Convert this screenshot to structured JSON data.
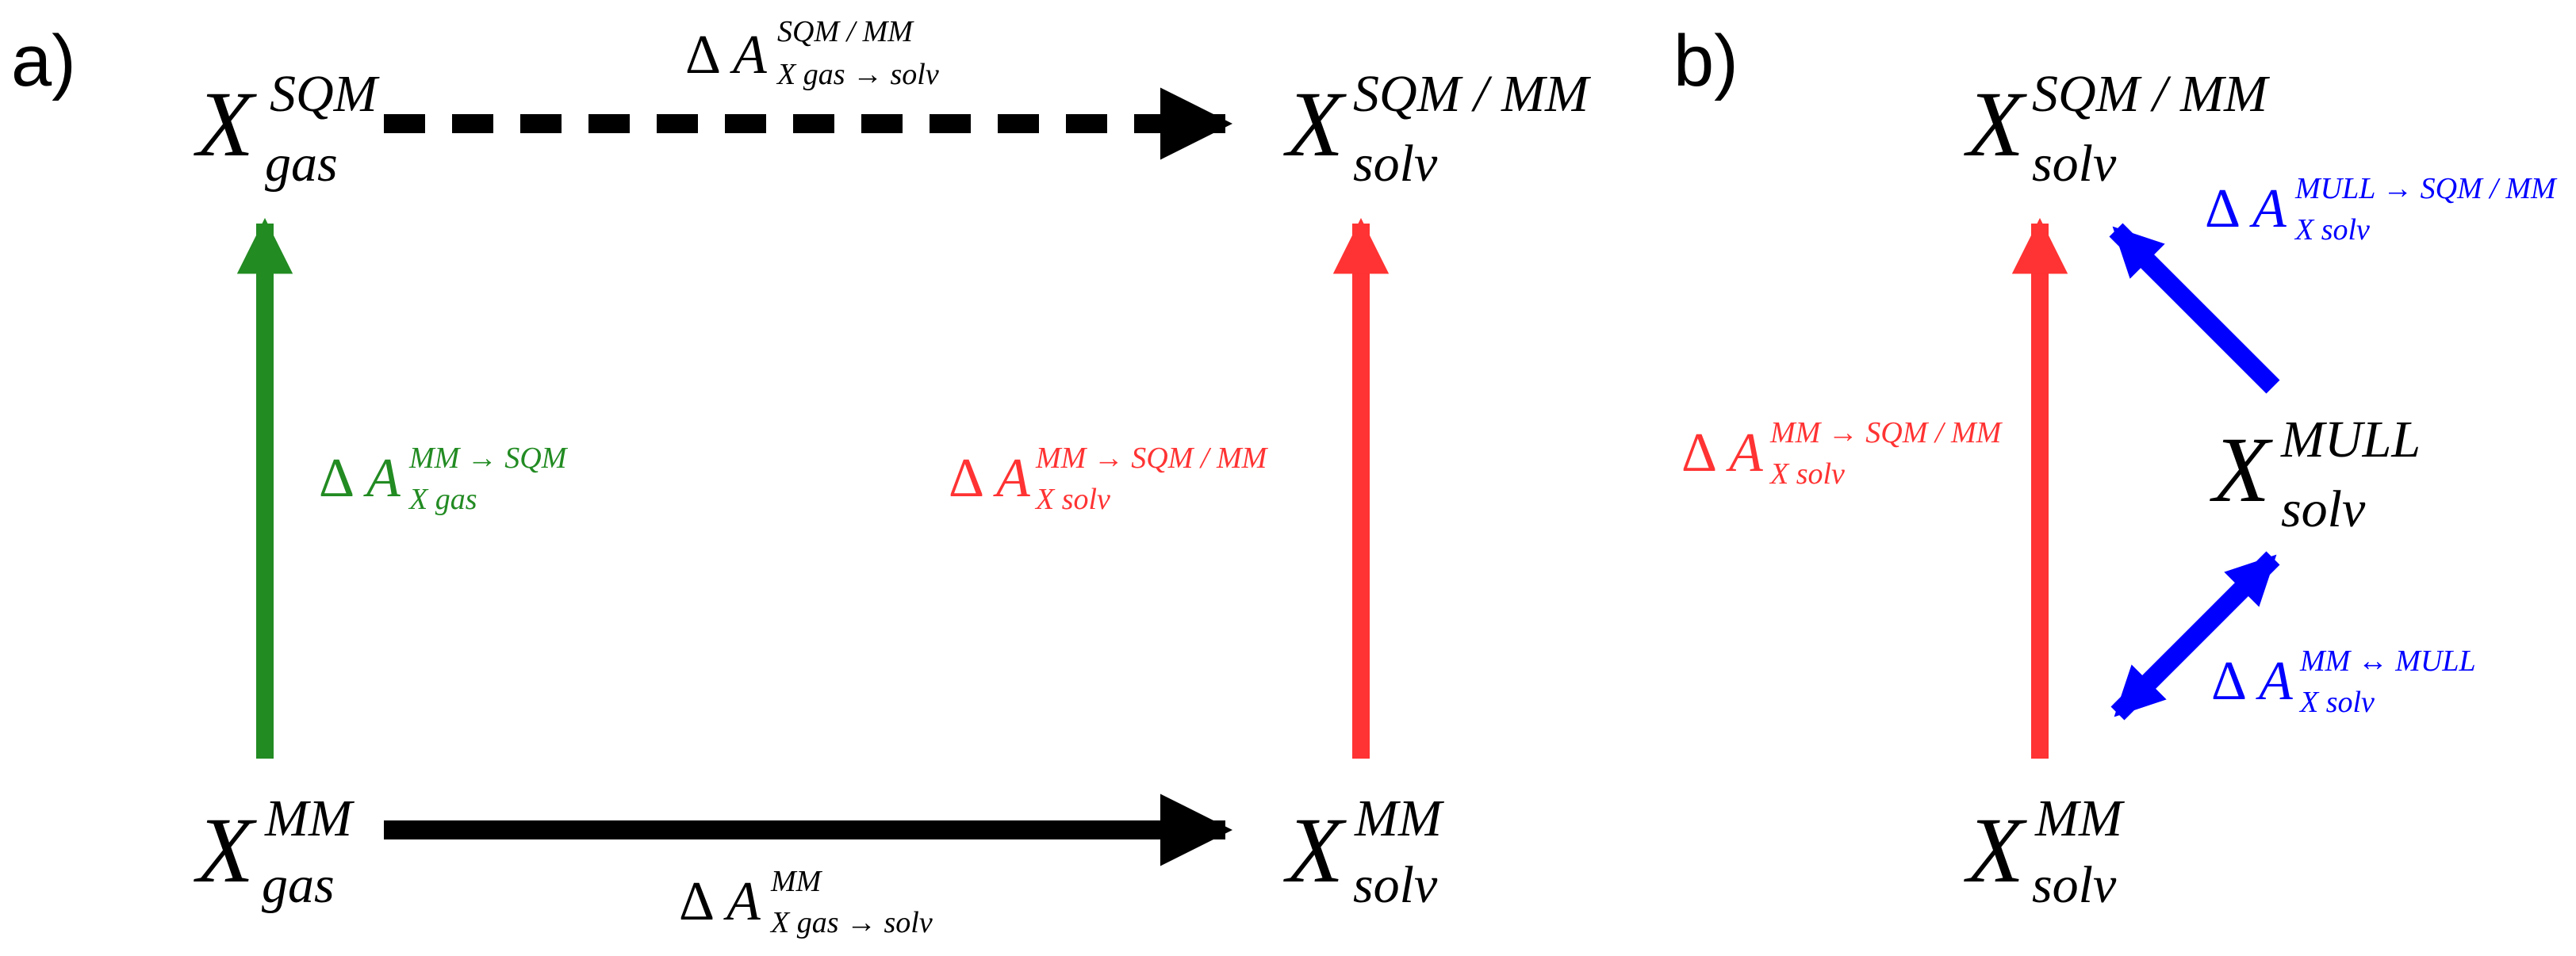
{
  "colors": {
    "black": "#000000",
    "green": "#228b22",
    "red": "#ff3333",
    "blue": "#0000ff",
    "background": "#ffffff"
  },
  "panel_a": {
    "label": "a)",
    "nodes": {
      "gas_sqm": {
        "base": "X",
        "sup": "SQM",
        "sub": "gas"
      },
      "solv_sqmmm": {
        "base": "X",
        "sup": "SQM / MM",
        "sub": "solv"
      },
      "gas_mm": {
        "base": "X",
        "sup": "MM",
        "sub": "gas"
      },
      "solv_mm": {
        "base": "X",
        "sup": "MM",
        "sub": "solv"
      }
    },
    "edges": {
      "top_dashed": {
        "delta": "Δ",
        "base": "A",
        "sup": "SQM / MM",
        "sub": "X gas → solv",
        "color": "black",
        "style": "dashed"
      },
      "bottom": {
        "delta": "Δ",
        "base": "A",
        "sup": "MM",
        "sub": "X gas → solv",
        "color": "black",
        "style": "solid"
      },
      "left": {
        "delta": "Δ",
        "base": "A",
        "sup": "MM → SQM",
        "sub": "X gas",
        "color": "green",
        "style": "solid"
      },
      "right": {
        "delta": "Δ",
        "base": "A",
        "sup": "MM → SQM / MM",
        "sub": "X solv",
        "color": "red",
        "style": "solid"
      }
    }
  },
  "panel_b": {
    "label": "b)",
    "nodes": {
      "solv_sqmmm": {
        "base": "X",
        "sup": "SQM / MM",
        "sub": "solv"
      },
      "solv_mull": {
        "base": "X",
        "sup": "MULL",
        "sub": "solv"
      },
      "solv_mm": {
        "base": "X",
        "sup": "MM",
        "sub": "solv"
      }
    },
    "edges": {
      "red_vertical": {
        "delta": "Δ",
        "base": "A",
        "sup": "MM → SQM / MM",
        "sub": "X solv",
        "color": "red",
        "style": "solid"
      },
      "blue_upper": {
        "delta": "Δ",
        "base": "A",
        "sup": "MULL → SQM / MM",
        "sub": "X solv",
        "color": "blue",
        "style": "solid"
      },
      "blue_lower": {
        "delta": "Δ",
        "base": "A",
        "sup": "MM ↔ MULL",
        "sub": "X solv",
        "color": "blue",
        "style": "double"
      }
    }
  }
}
